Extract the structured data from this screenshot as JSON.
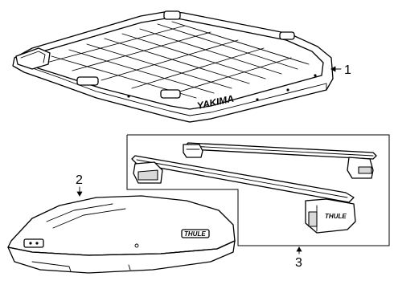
{
  "callouts": {
    "basket": "1",
    "cargo_box": "2",
    "crossbars": "3"
  },
  "labels": {
    "basket_brand": "YAKIMA",
    "box_brand": "THULE",
    "foot_brand": "THULE"
  },
  "icons": {
    "leader_arrow": "arrow-icon"
  },
  "colors": {
    "line": "#000000",
    "background": "#ffffff"
  }
}
